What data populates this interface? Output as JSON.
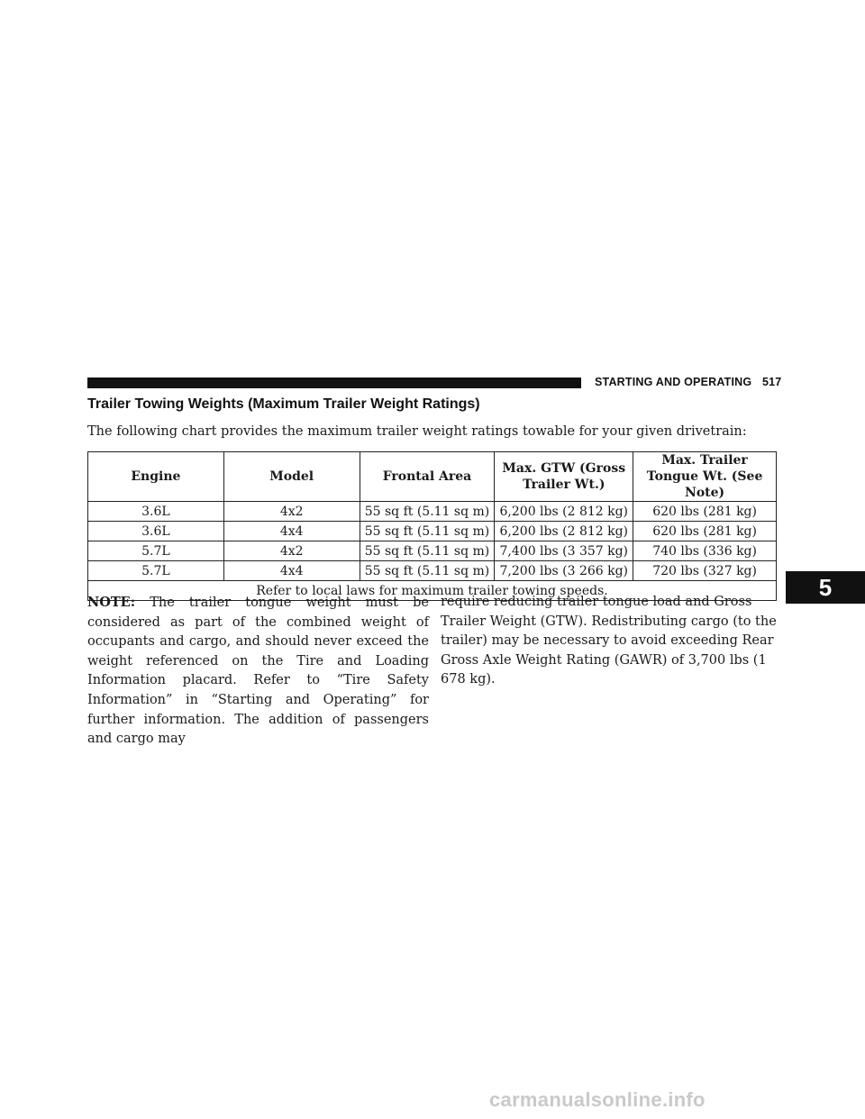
{
  "running_head": {
    "section": "STARTING AND OPERATING",
    "page_number": "517"
  },
  "title": "Trailer Towing Weights (Maximum Trailer Weight Ratings)",
  "intro": "The following chart provides the maximum trailer weight ratings towable for your given drivetrain:",
  "table": {
    "headers": [
      "Engine",
      "Model",
      "Frontal Area",
      "Max. GTW (Gross Trailer Wt.)",
      "Max. Trailer Tongue Wt. (See Note)"
    ],
    "rows": [
      [
        "3.6L",
        "4x2",
        "55 sq ft (5.11 sq m)",
        "6,200 lbs (2 812 kg)",
        "620 lbs (281 kg)"
      ],
      [
        "3.6L",
        "4x4",
        "55 sq ft (5.11 sq m)",
        "6,200 lbs (2 812 kg)",
        "620 lbs (281 kg)"
      ],
      [
        "5.7L",
        "4x2",
        "55 sq ft (5.11 sq m)",
        "7,400 lbs (3 357 kg)",
        "740 lbs (336 kg)"
      ],
      [
        "5.7L",
        "4x4",
        "55 sq ft (5.11 sq m)",
        "7,200 lbs (3 266 kg)",
        "720 lbs (327 kg)"
      ]
    ],
    "footer": "Refer to local laws for maximum trailer towing speeds."
  },
  "note": {
    "label": "NOTE:",
    "left_text": "The trailer tongue weight must be considered as part of the combined weight of occupants and cargo, and should never exceed the weight referenced on the Tire and Loading Information placard. Refer to “Tire Safety Information” in “Starting and Operating” for further information. The addition of passengers and cargo may",
    "right_text": "require reducing trailer tongue load and Gross Trailer Weight (GTW). Redistributing cargo (to the trailer) may be necessary to avoid exceeding Rear Gross Axle Weight Rating (GAWR) of 3,700 lbs (1 678 kg)."
  },
  "chapter_tab": "5",
  "watermark": "carmanualsonline.info"
}
